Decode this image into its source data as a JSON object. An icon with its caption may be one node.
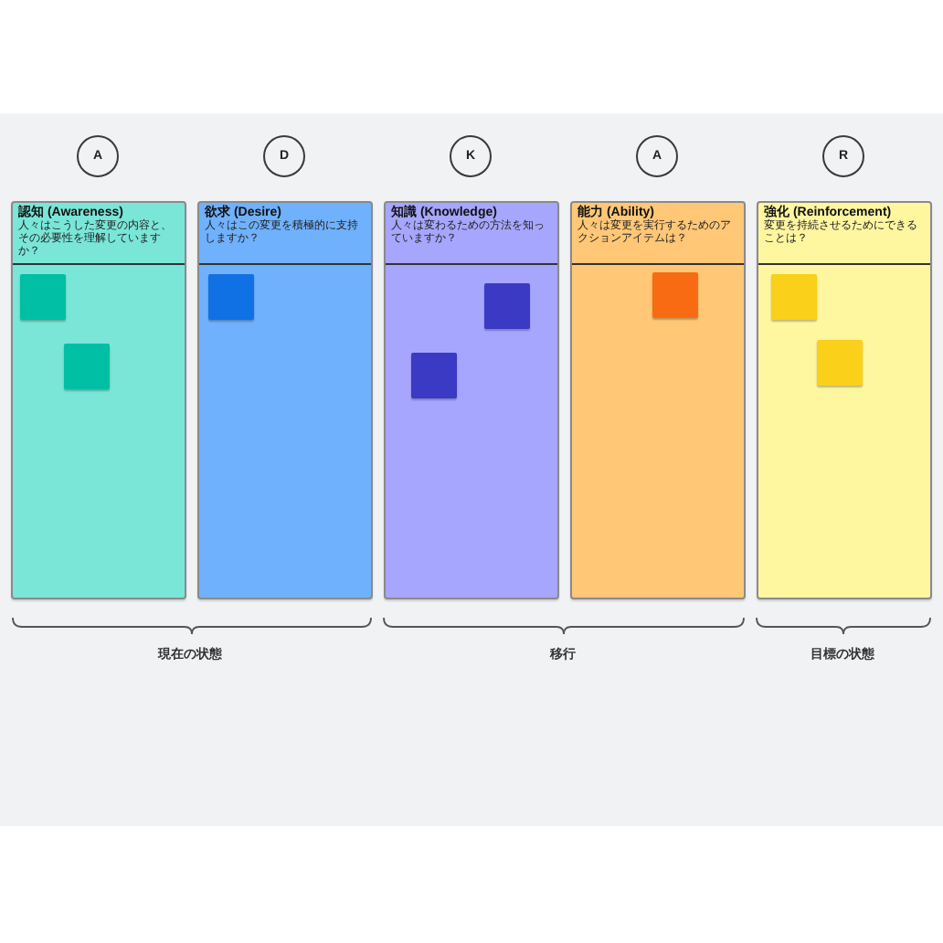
{
  "diagram": {
    "nodes": [
      {
        "text": [
          "A"
        ]
      },
      {
        "text": [
          "D"
        ]
      },
      {
        "text": [
          "K"
        ]
      },
      {
        "text": [
          "A"
        ]
      },
      {
        "text": [
          "R"
        ]
      },
      {
        "text": [
          "認知 (Awareness)",
          "人々はこうした変更の内容と、その必要性を理解していますか？"
        ]
      },
      {
        "text": [],
        "shape": "box",
        "in": 5
      },
      {
        "text": [],
        "shape": "box",
        "in": 5
      },
      {
        "text": [
          "欲求 (Desire)",
          "人々はこの変更を積極的に支持しますか？"
        ]
      },
      {
        "text": [],
        "shape": "box",
        "in": 8
      },
      {
        "text": [
          "知識 (Knowledge)",
          "人々は変わるための方法を知っていますか？"
        ]
      },
      {
        "text": [],
        "shape": "box",
        "in": 10
      },
      {
        "text": [],
        "shape": "box",
        "in": 10
      },
      {
        "text": [
          "能力 (Ability)",
          "人々は変更を実行するためのアクションアイテムは？"
        ]
      },
      {
        "text": [],
        "shape": "box",
        "in": 13
      },
      {
        "text": [
          "強化 (Reinforcement)",
          "変更を持続させるためにできることは？"
        ]
      },
      {
        "text": [],
        "shape": "box",
        "in": 15
      },
      {
        "text": [],
        "shape": "box",
        "in": 15
      }
    ],
    "labels": [
      "現在の状態",
      "移行",
      "目標の状態"
    ]
  }
}
